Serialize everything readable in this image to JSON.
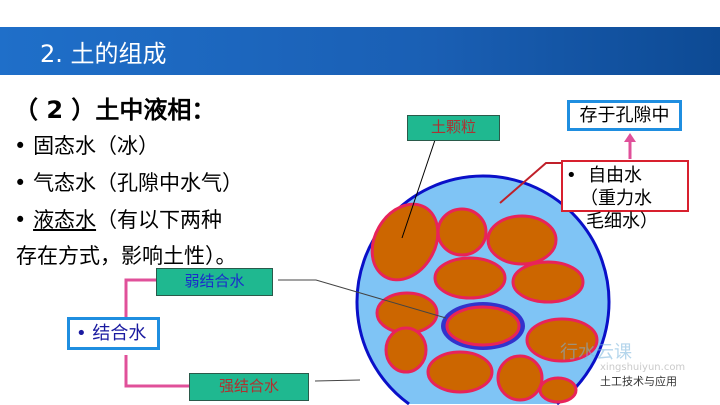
{
  "header": {
    "title": "2. 土的组成"
  },
  "content": {
    "heading": "（ 2 ）土中液相：",
    "bullets": [
      "固态水（冰）",
      "气态水（孔隙中水气）"
    ],
    "bullet3_underlined": "液态水",
    "bullet3_rest": "（有以下两种",
    "bullet3_line2": "存在方式，影响土性）。"
  },
  "diagram": {
    "soil_particle_label": "土颗粒",
    "pore_label": "存于孔隙中",
    "free_water": {
      "line1": "自由水",
      "line2": "（重力水",
      "line3": "毛细水）"
    },
    "bound_water": "结合水",
    "weak_bound": "弱结合水",
    "strong_bound": "强结合水"
  },
  "watermark": {
    "brand": "行水云课",
    "url": "xingshuiyun.com",
    "course": "土工技术与应用"
  },
  "colors": {
    "banner": "#1a5fb4",
    "particle": "#cc6600",
    "particle_border": "#e8235a",
    "water": "#7fc4f5",
    "outline": "#0a10c8",
    "label_green": "#1fb890",
    "pink": "#e0509a"
  }
}
